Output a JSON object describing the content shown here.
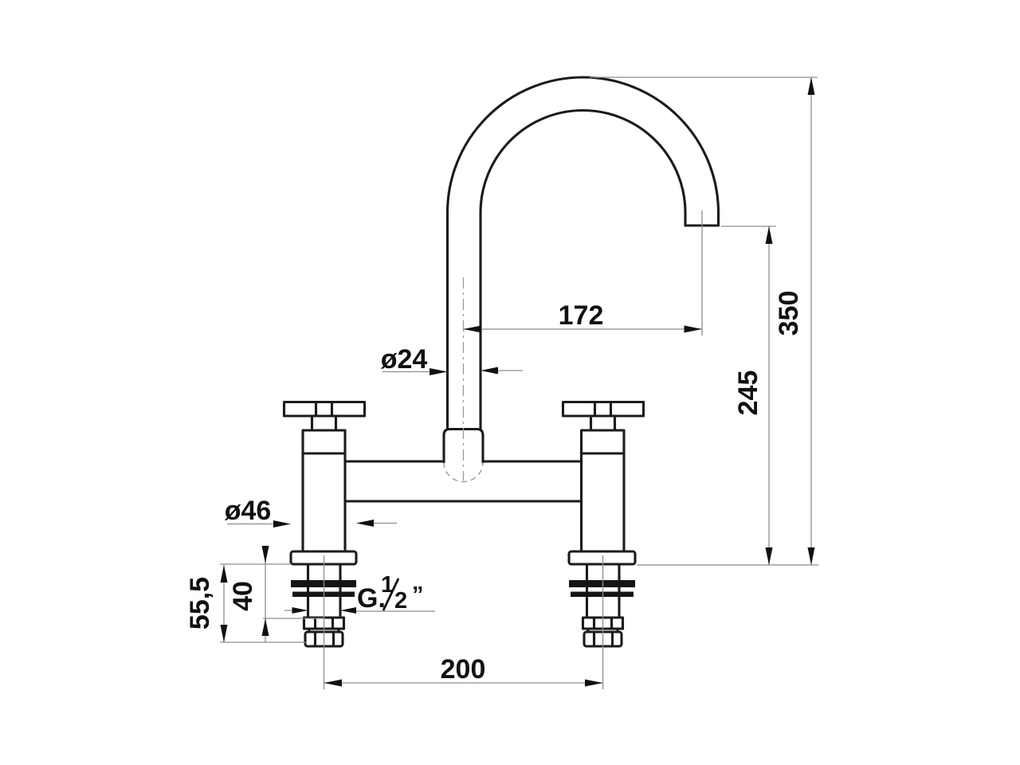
{
  "drawing": {
    "colors": {
      "background": "#ffffff",
      "object_line": "#1b1b1b",
      "dimension_line": "#8e8e8e",
      "text": "#111111"
    },
    "dims": {
      "spout_reach": "172",
      "overall_height": "350",
      "spout_outlet_height": "245",
      "spout_tube_diameter": "ø24",
      "body_base_diameter": "ø46",
      "deck_mounting_range": "55,5",
      "shank_length": "40",
      "hole_centre_distance": "200",
      "thread": {
        "prefix": "G.",
        "numerator": "1",
        "denominator": "2",
        "inch_mark": "”",
        "full": "G.1/2”"
      }
    }
  }
}
